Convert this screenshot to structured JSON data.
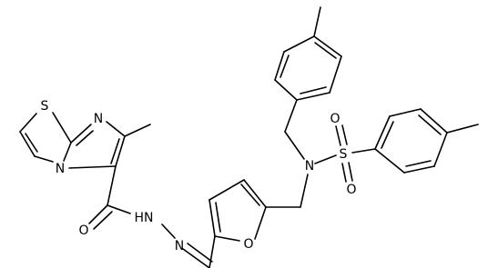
{
  "molecule": {
    "atoms": {
      "s_thiazole": "S",
      "n_imidazole": "N",
      "n_bridge": "N",
      "o_carbonyl": "O",
      "nh_hydrazide": "HN",
      "n_imine": "N",
      "o_furan": "O",
      "n_sulfonamide": "N",
      "s_sulfonyl": "S",
      "o_sulfonyl_1": "O",
      "o_sulfonyl_2": "O"
    },
    "colors": {
      "bond": "#000000",
      "label": "#000000",
      "background": "#ffffff"
    }
  }
}
